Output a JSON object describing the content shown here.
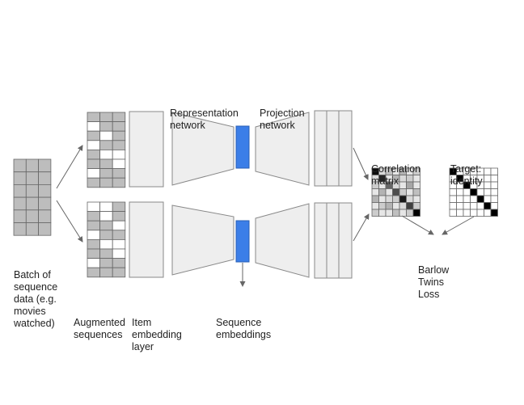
{
  "colors": {
    "grid_fill_gray": "#bdbdbd",
    "grid_line": "#666666",
    "block_fill": "#eeeeee",
    "block_stroke": "#888888",
    "embedding_blue": "#3b7ee8",
    "arrow": "#666666",
    "text": "#222222"
  },
  "labels": {
    "batch": [
      "Batch of",
      "sequence",
      "data (e.g.",
      "movies",
      "watched)"
    ],
    "augmented": [
      "Augmented",
      "sequences"
    ],
    "item_embedding": [
      "Item",
      "embedding",
      "layer"
    ],
    "representation": [
      "Representation",
      "network"
    ],
    "projection": [
      "Projection",
      "network"
    ],
    "sequence_embeddings": [
      "Sequence",
      "embeddings"
    ],
    "correlation": [
      "Correlation",
      "matrix"
    ],
    "target": [
      "Target:",
      "identity"
    ],
    "loss": [
      "Barlow",
      "Twins",
      "Loss"
    ]
  },
  "augmented_grid_top": [
    [
      1,
      1,
      1
    ],
    [
      0,
      1,
      1
    ],
    [
      1,
      0,
      1
    ],
    [
      0,
      1,
      1
    ],
    [
      1,
      0,
      0
    ],
    [
      1,
      1,
      0
    ],
    [
      0,
      1,
      1
    ],
    [
      1,
      1,
      1
    ]
  ],
  "augmented_grid_bottom": [
    [
      0,
      0,
      1
    ],
    [
      1,
      0,
      1
    ],
    [
      1,
      1,
      0
    ],
    [
      0,
      1,
      1
    ],
    [
      1,
      0,
      0
    ],
    [
      1,
      1,
      0
    ],
    [
      0,
      1,
      1
    ],
    [
      1,
      1,
      1
    ]
  ],
  "correlation_matrix": [
    [
      0.95,
      0.15,
      0.25,
      0.1,
      0.3,
      0.1,
      0.2
    ],
    [
      0.15,
      0.85,
      0.1,
      0.3,
      0.15,
      0.2,
      0.1
    ],
    [
      0.2,
      0.1,
      0.6,
      0.15,
      0.1,
      0.35,
      0.1
    ],
    [
      0.1,
      0.3,
      0.1,
      0.7,
      0.2,
      0.1,
      0.25
    ],
    [
      0.3,
      0.1,
      0.15,
      0.2,
      0.9,
      0.15,
      0.1
    ],
    [
      0.1,
      0.2,
      0.3,
      0.1,
      0.15,
      0.75,
      0.2
    ],
    [
      0.2,
      0.1,
      0.1,
      0.25,
      0.1,
      0.2,
      1.0
    ]
  ],
  "identity_matrix_size": 7
}
